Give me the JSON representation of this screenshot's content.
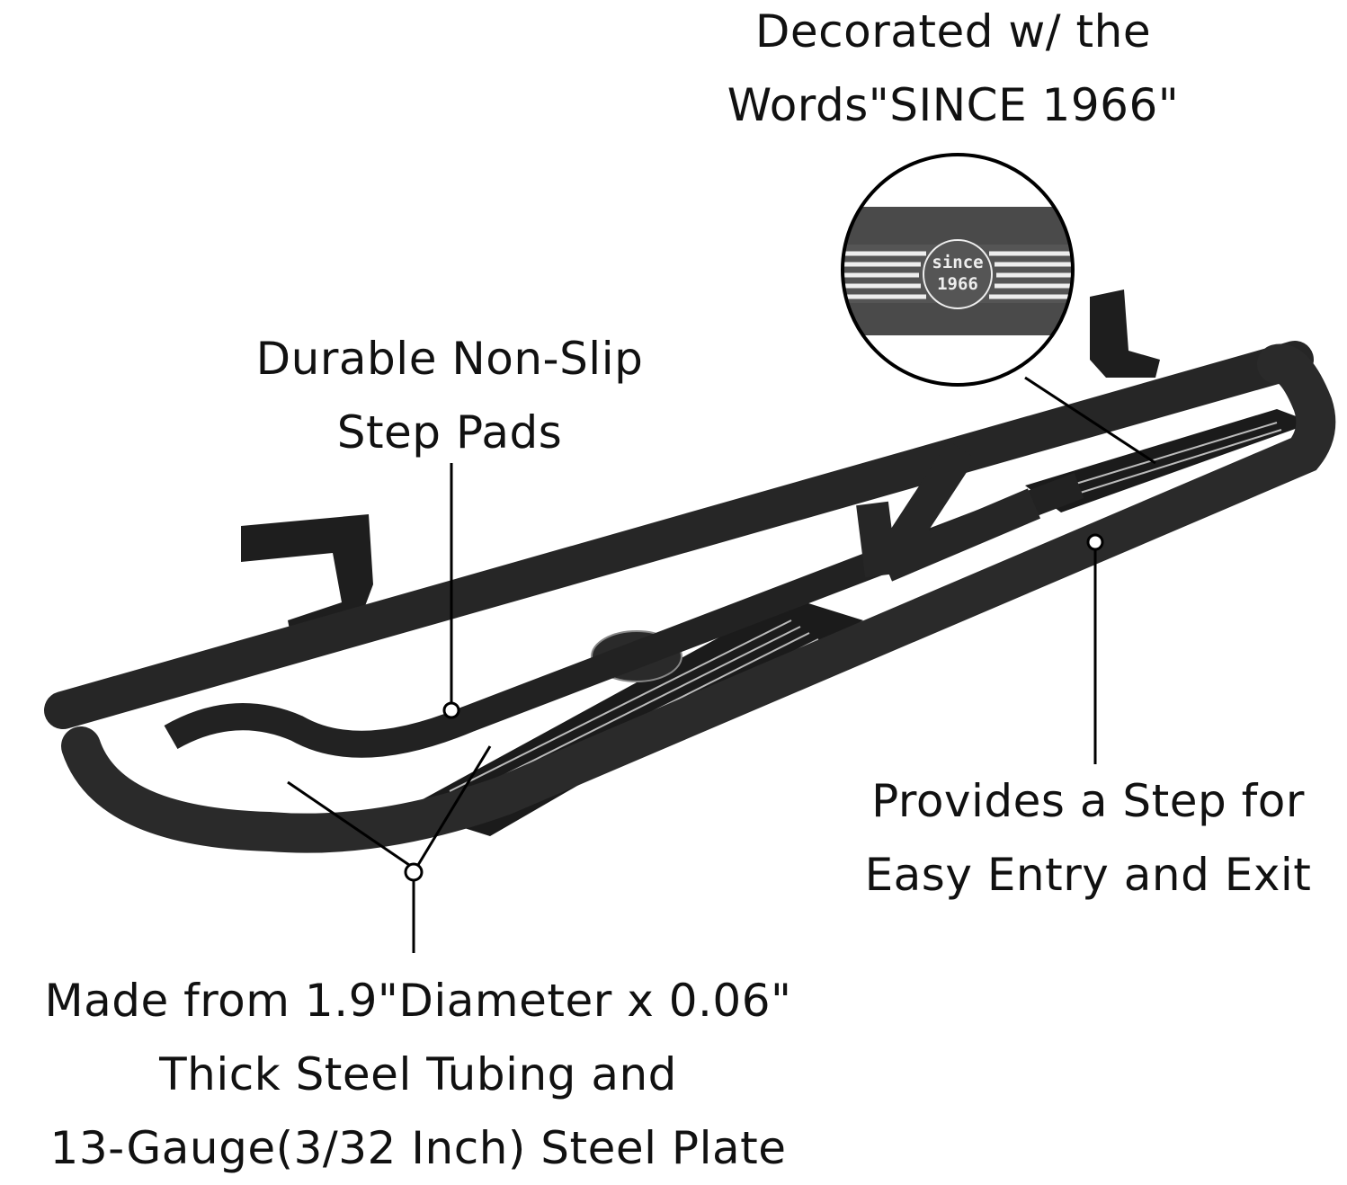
{
  "callouts": {
    "decoration": {
      "lines": [
        "Decorated w/ the",
        "Words\"SINCE 1966\""
      ]
    },
    "step_pads": {
      "lines": [
        "Durable Non-Slip",
        "Step Pads"
      ]
    },
    "entry": {
      "lines": [
        "Provides a Step for",
        "Easy Entry and Exit"
      ]
    },
    "material": {
      "lines": [
        "Made from 1.9\"Diameter x 0.06\"",
        "Thick Steel Tubing and",
        "13-Gauge(3/32 Inch) Steel Plate"
      ]
    }
  },
  "inset": {
    "logo_text": [
      "since",
      "1966"
    ]
  },
  "colors": {
    "tube": "#262626",
    "plate": "#1c1c1c",
    "background": "#ffffff"
  }
}
